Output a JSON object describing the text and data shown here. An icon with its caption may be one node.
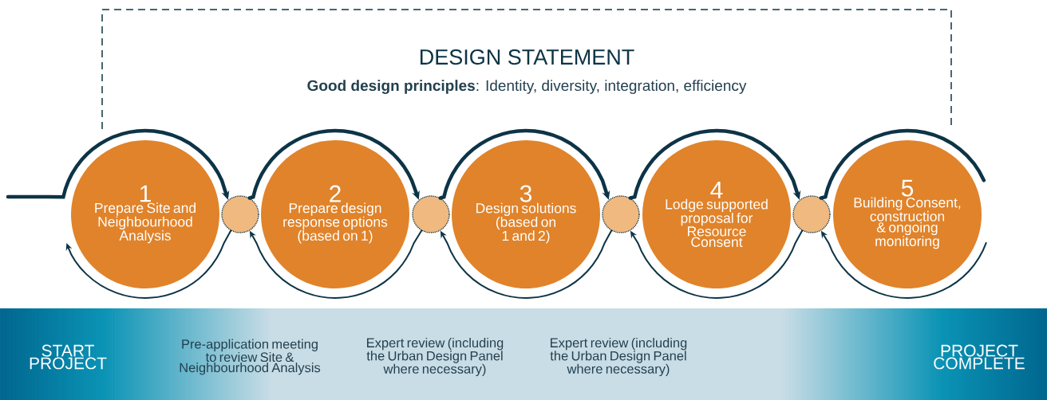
{
  "diagram": {
    "nodes": [
      {
        "text": [
          "DESIGN STATEMENT",
          "**Good design principles**: Identity, diversity, integration, efficiency"
        ]
      },
      {
        "text": [
          "1",
          "Prepare Site and Neighbourhood Analysis"
        ]
      },
      {
        "text": [],
        "shape": "circle"
      },
      {
        "text": [
          "2",
          "Prepare design response options (based on 1)"
        ]
      },
      {
        "text": [],
        "shape": "circle"
      },
      {
        "text": [
          "3",
          "Design solutions (based on 1 and 2)"
        ]
      },
      {
        "text": [],
        "shape": "circle"
      },
      {
        "text": [
          "4",
          "Lodge supported proposal for Resource Consent"
        ]
      },
      {
        "text": [],
        "shape": "circle"
      },
      {
        "text": [
          "5",
          "Building Consent, construction & ongoing monitoring"
        ]
      }
    ],
    "edges": [
      {
        "from": null,
        "to": 2,
        "arrow": "to",
        "style": "thick"
      },
      {
        "from": 2,
        "to": 4,
        "arrow": "to",
        "style": "thick"
      },
      {
        "from": 4,
        "to": 6,
        "arrow": "to",
        "style": "thick"
      },
      {
        "from": 6,
        "to": 8,
        "arrow": "to",
        "style": "thick"
      },
      {
        "from": 8,
        "to": 9,
        "arrow": "none",
        "style": "thick"
      },
      {
        "from": 2,
        "to": 1,
        "arrow": "to"
      },
      {
        "from": 4,
        "to": 2,
        "arrow": "to"
      },
      {
        "from": 6,
        "to": 4,
        "arrow": "to"
      },
      {
        "from": 8,
        "to": 6,
        "arrow": "to"
      },
      {
        "from": 9,
        "to": 8,
        "arrow": "to"
      }
    ],
    "labels": [
      "START PROJECT",
      "Pre-application meeting to review Site & Neighbourhood Analysis",
      "Expert review (including the Urban Design Panel where necessary)",
      "Expert review (including the Urban Design Panel where necessary)",
      "PROJECT COMPLETE"
    ]
  }
}
